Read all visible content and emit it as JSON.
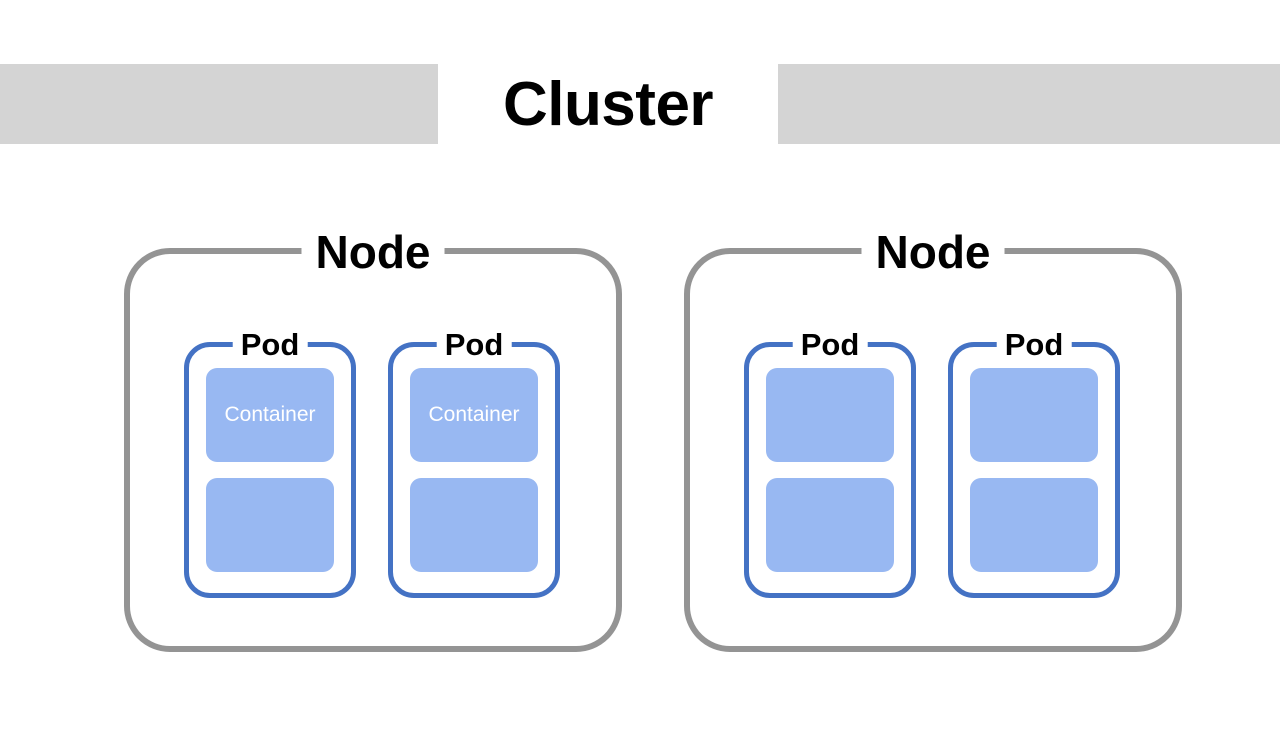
{
  "diagram": {
    "title": "Cluster",
    "colors": {
      "banner": "#d4d4d4",
      "node_border": "#949494",
      "pod_border": "#4472c4",
      "container_fill": "#98b8f2",
      "container_text": "#ffffff",
      "background": "#ffffff",
      "label_text": "#000000"
    },
    "nodes": [
      {
        "label": "Node",
        "pods": [
          {
            "label": "Pod",
            "containers": [
              {
                "label": "Container"
              },
              {
                "label": ""
              }
            ]
          },
          {
            "label": "Pod",
            "containers": [
              {
                "label": "Container"
              },
              {
                "label": ""
              }
            ]
          }
        ]
      },
      {
        "label": "Node",
        "pods": [
          {
            "label": "Pod",
            "containers": [
              {
                "label": ""
              },
              {
                "label": ""
              }
            ]
          },
          {
            "label": "Pod",
            "containers": [
              {
                "label": ""
              },
              {
                "label": ""
              }
            ]
          }
        ]
      }
    ]
  }
}
